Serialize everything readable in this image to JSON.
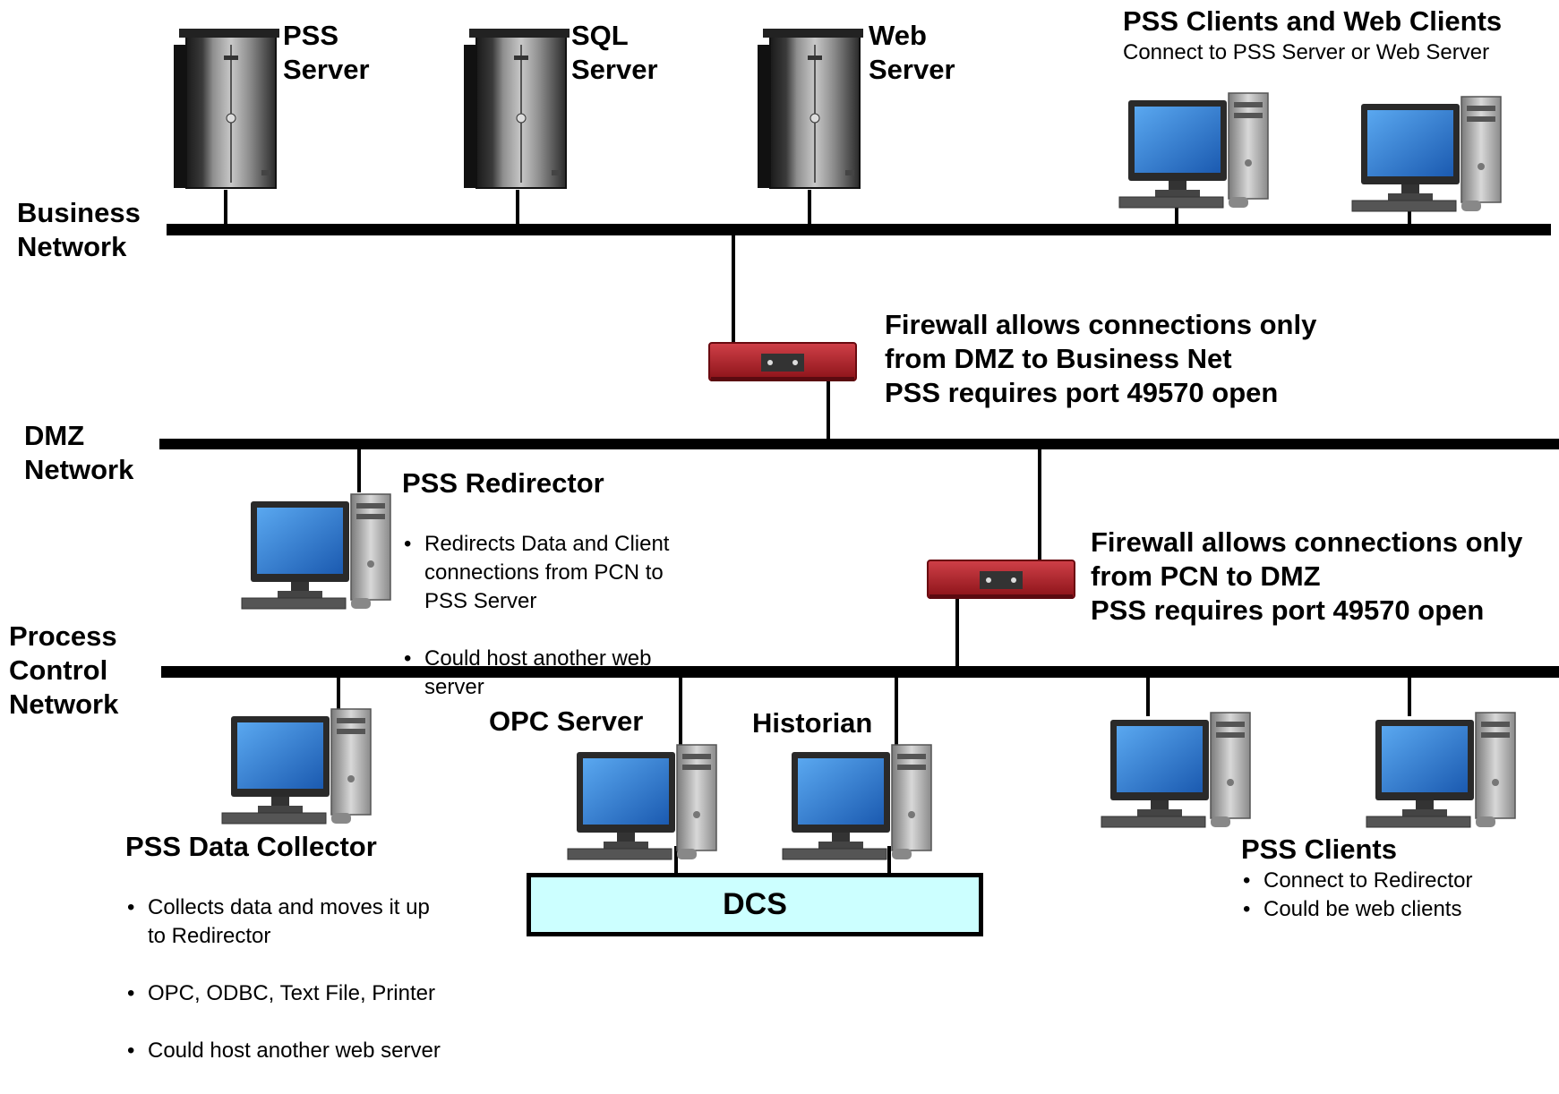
{
  "networks": {
    "business": "Business\nNetwork",
    "dmz": "DMZ\nNetwork",
    "pcn": "Process\nControl\nNetwork"
  },
  "servers": {
    "pss": "PSS\nServer",
    "sql": "SQL\nServer",
    "web": "Web\nServer"
  },
  "business_clients": {
    "title": "PSS Clients and Web Clients",
    "subtitle": "Connect to PSS Server or Web Server"
  },
  "firewall_top": {
    "text": "Firewall allows connections only\nfrom DMZ to Business Net\nPSS requires port 49570 open"
  },
  "firewall_bottom": {
    "text": "Firewall allows connections only\nfrom PCN to DMZ\nPSS requires port 49570 open"
  },
  "redirector": {
    "title": "PSS Redirector",
    "bullets": [
      "Redirects Data and Client\nconnections from PCN to\nPSS Server",
      "Could host another web\nserver"
    ]
  },
  "opc": {
    "label": "OPC Server"
  },
  "historian": {
    "label": "Historian"
  },
  "collector": {
    "title": "PSS Data Collector",
    "bullets": [
      "Collects data and moves it up\nto Redirector",
      "OPC, ODBC, Text File, Printer",
      "Could host another web server"
    ]
  },
  "pss_clients": {
    "title": "PSS Clients",
    "bullets": [
      "Connect to Redirector",
      "Could be web clients"
    ]
  },
  "dcs": {
    "label": "DCS"
  },
  "colors": {
    "network_line": "#000000",
    "firewall": "#b01c22",
    "dcs_fill": "#ccffff",
    "monitor_screen": "#2a72c8",
    "tower": "#a8a8a8"
  },
  "icons": {
    "server": "server-tower-icon",
    "workstation": "workstation-icon",
    "firewall": "firewall-appliance-icon"
  }
}
